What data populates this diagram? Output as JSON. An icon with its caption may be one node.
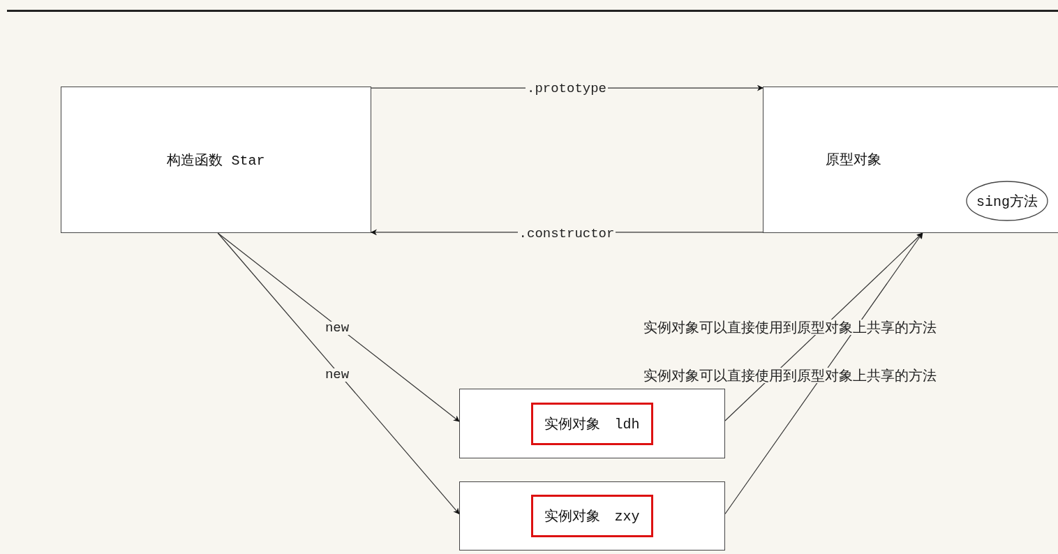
{
  "diagram": {
    "nodes": [
      {
        "text": [
          "构造函数 Star"
        ]
      },
      {
        "text": [
          "原型对象"
        ]
      },
      {
        "text": [
          "sing方法"
        ],
        "in": 1
      },
      {
        "text": [
          "实例对象　ldh"
        ]
      },
      {
        "text": [
          "实例对象　zxy"
        ]
      }
    ],
    "edges": [
      {
        "from": 0,
        "to": 1,
        "arrow": "to",
        "label": ".prototype"
      },
      {
        "from": 1,
        "to": 0,
        "arrow": "to",
        "label": ".constructor"
      },
      {
        "from": 0,
        "to": 3,
        "arrow": "to",
        "label": "new"
      },
      {
        "from": 0,
        "to": 4,
        "arrow": "to",
        "label": "new"
      },
      {
        "from": 3,
        "to": 1,
        "arrow": "to"
      },
      {
        "from": 4,
        "to": 1,
        "arrow": "to"
      }
    ],
    "labels": [
      "实例对象可以直接使用到原型对象上共享的方法",
      "实例对象可以直接使用到原型对象上共享的方法"
    ]
  }
}
